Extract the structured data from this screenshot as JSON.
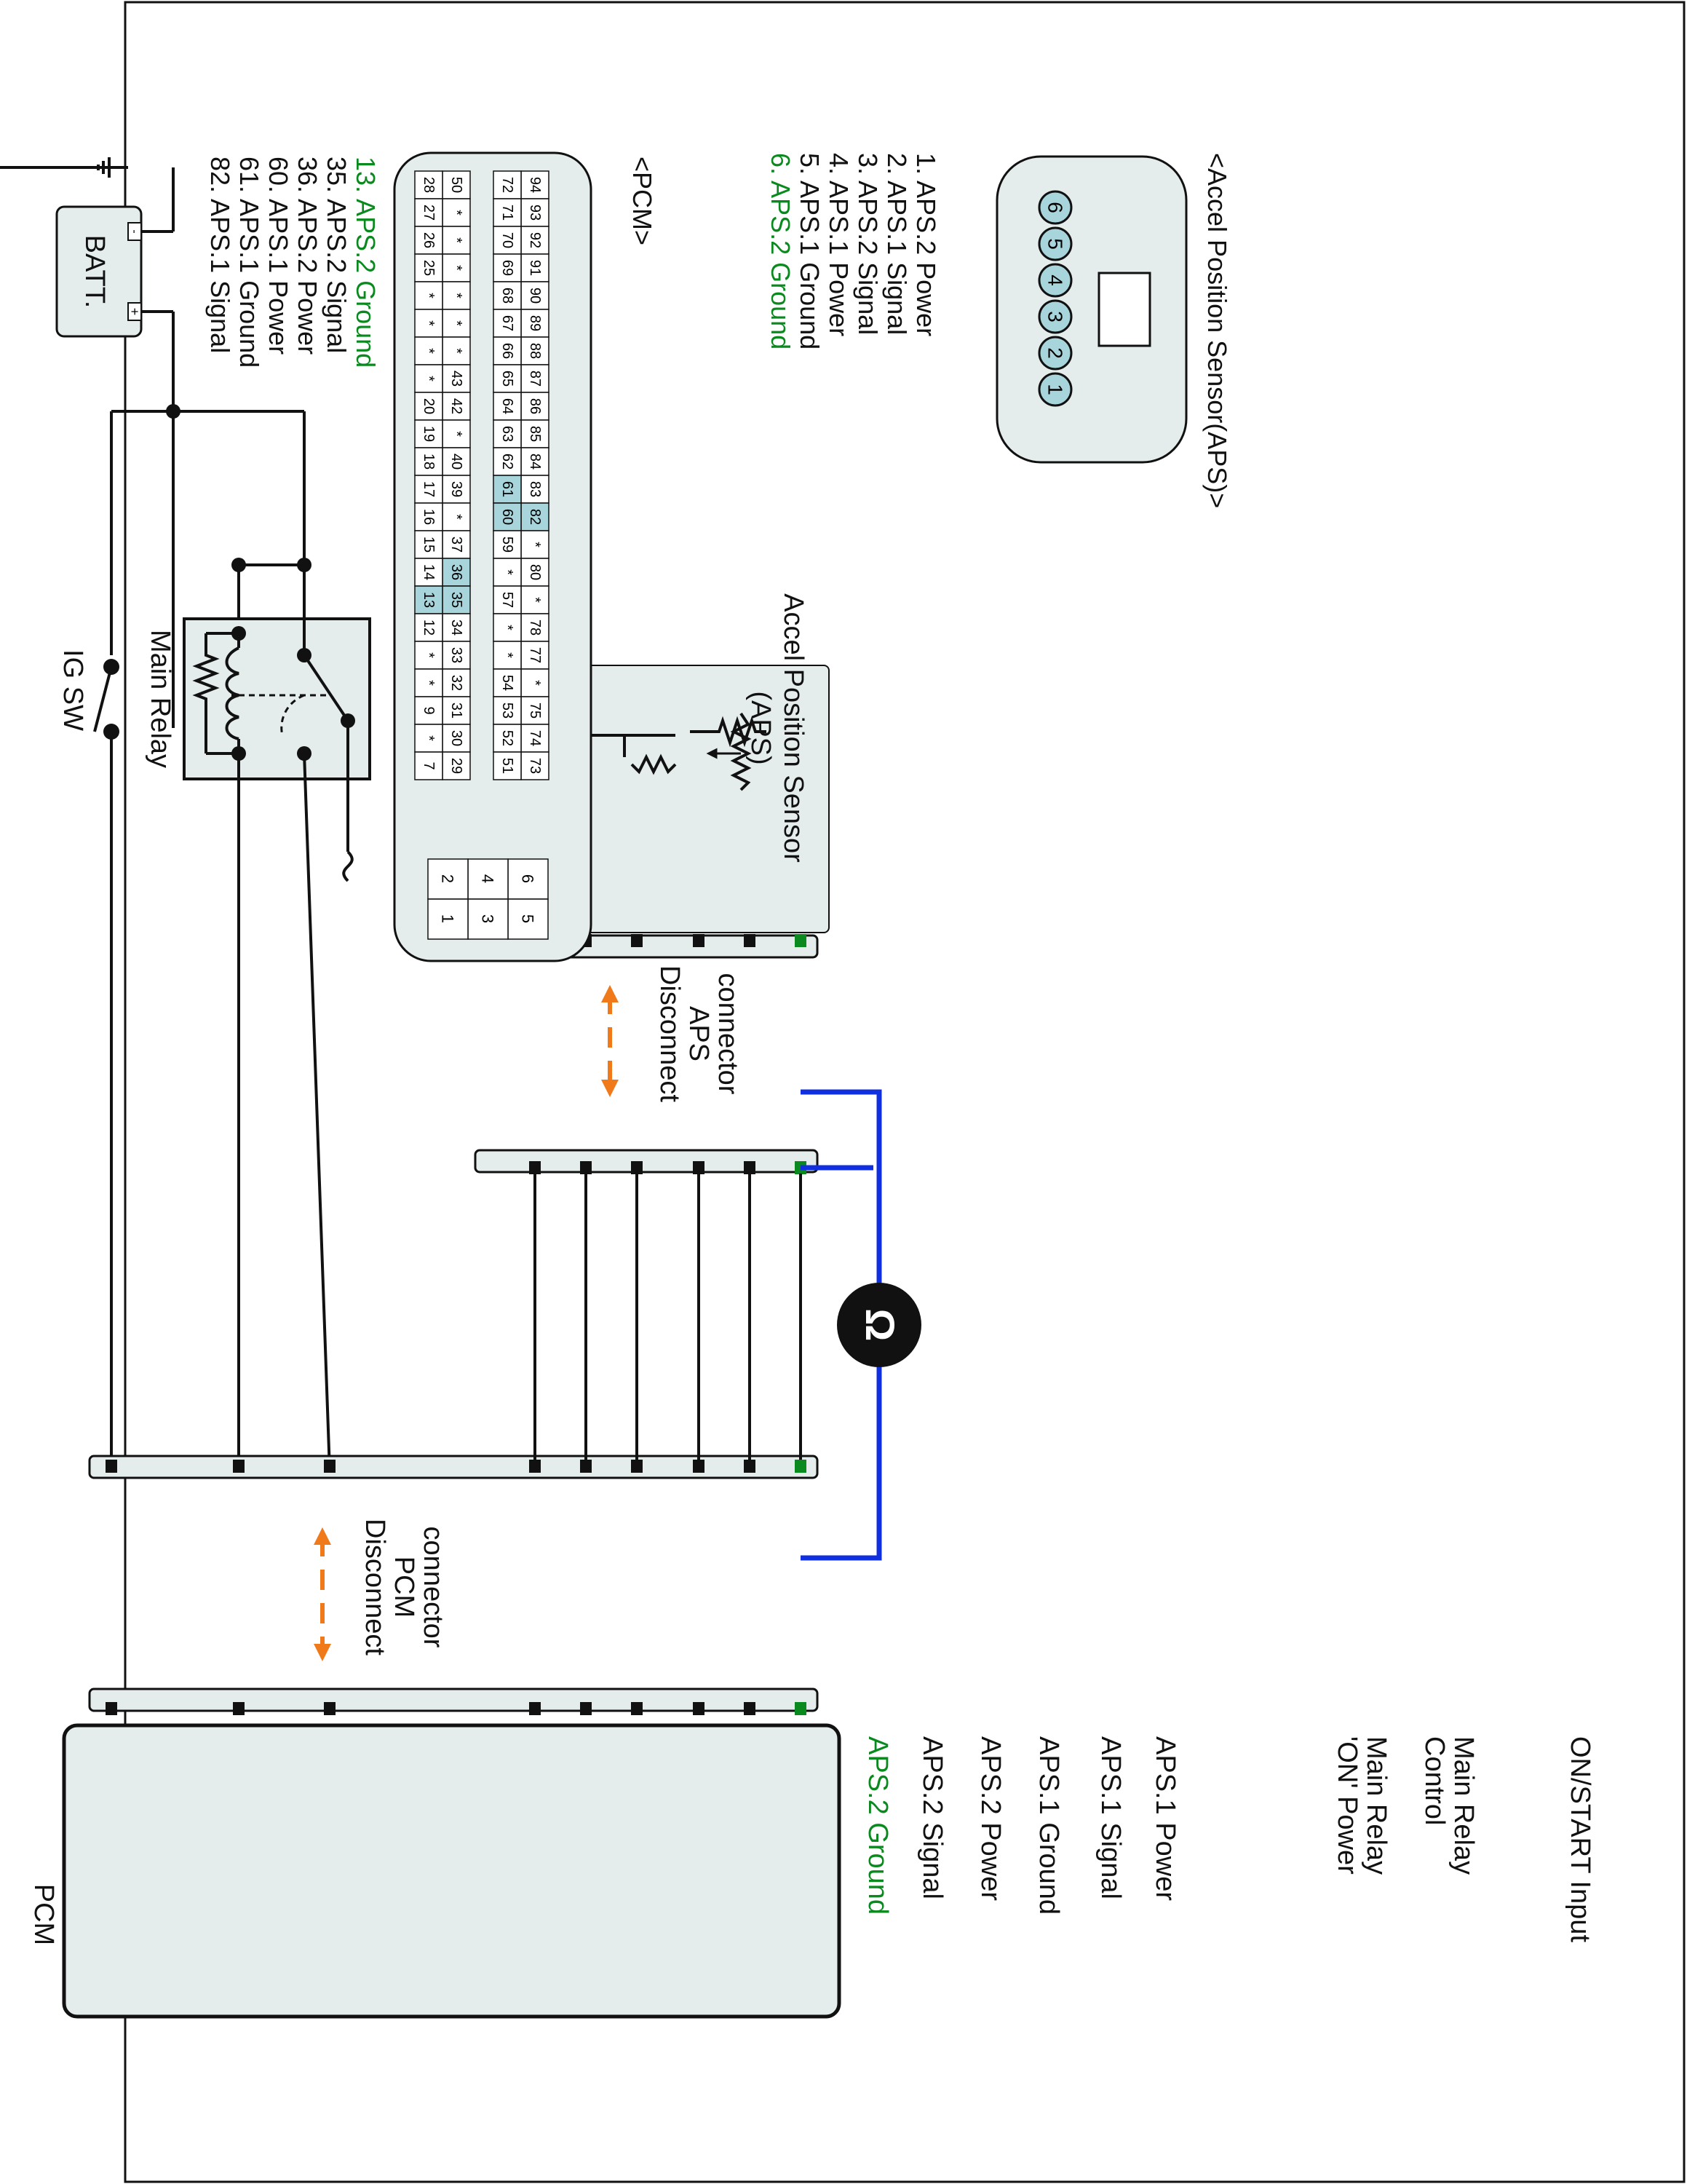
{
  "colors": {
    "green": "#0a8a1e",
    "orange": "#f07a1a",
    "blue": "#1030e0",
    "highlight": "#a8d4dc",
    "panel": "#e4ecec"
  },
  "circuit": {
    "battery_label": "BATT.",
    "battery_neg": "-",
    "battery_pos": "+",
    "ig_sw_label": "IG SW",
    "main_relay_label": "Main Relay",
    "aps_box_label_1": "Accel Position Sensor",
    "aps_box_label_2": "(APS)",
    "disconnect_aps_1": "Disconnect",
    "disconnect_aps_2": "APS",
    "disconnect_aps_3": "connector",
    "disconnect_pcm_1": "Disconnect",
    "disconnect_pcm_2": "PCM",
    "disconnect_pcm_3": "connector",
    "ohm_icon": "ohmmeter-icon"
  },
  "pcm": {
    "title": "PCM",
    "pins": [
      {
        "label_1": "ON/START Input",
        "label_2": ""
      },
      {
        "label_1": "Main Relay",
        "label_2": "Control"
      },
      {
        "label_1": "Main Relay",
        "label_2": "'ON' Power"
      },
      {
        "label_1": "APS.1 Power",
        "label_2": ""
      },
      {
        "label_1": "APS.1 Signal",
        "label_2": ""
      },
      {
        "label_1": "APS.1 Ground",
        "label_2": ""
      },
      {
        "label_1": "APS.2 Power",
        "label_2": ""
      },
      {
        "label_1": "APS.2 Signal",
        "label_2": ""
      },
      {
        "label_1": "APS.2 Ground",
        "label_2": ""
      }
    ]
  },
  "aps_connector": {
    "title": "<Accel Position Sensor(APS)>",
    "pin_numbers": [
      "6",
      "5",
      "4",
      "3",
      "2",
      "1"
    ],
    "pins": [
      "1. APS.2 Power",
      "2. APS.1 Signal",
      "3. APS.2 Signal",
      "4. APS.1 Power",
      "5. APS.1 Ground",
      "6. APS.2 Ground"
    ]
  },
  "pcm_connector": {
    "title": "<PCM>",
    "rows": [
      [
        "94",
        "93",
        "92",
        "91",
        "90",
        "89",
        "88",
        "87",
        "86",
        "85",
        "84",
        "83",
        "82",
        "*",
        "80",
        "*",
        "78",
        "77",
        "*",
        "75",
        "74",
        "73"
      ],
      [
        "72",
        "71",
        "70",
        "69",
        "68",
        "67",
        "66",
        "65",
        "64",
        "63",
        "62",
        "61",
        "60",
        "59",
        "*",
        "57",
        "*",
        "*",
        "54",
        "53",
        "52",
        "51"
      ],
      [
        "50",
        "*",
        "*",
        "*",
        "*",
        "*",
        "*",
        "43",
        "42",
        "*",
        "40",
        "39",
        "*",
        "37",
        "36",
        "35",
        "34",
        "33",
        "32",
        "31",
        "30",
        "29"
      ],
      [
        "28",
        "27",
        "26",
        "25",
        "*",
        "*",
        "*",
        "*",
        "20",
        "19",
        "18",
        "17",
        "16",
        "15",
        "14",
        "13",
        "12",
        "*",
        "*",
        "9",
        "*",
        "7"
      ]
    ],
    "highlighted": [
      "82",
      "61",
      "60",
      "36",
      "35",
      "13"
    ],
    "small_rows": [
      [
        "6",
        "5"
      ],
      [
        "4",
        "3"
      ],
      [
        "2",
        "1"
      ]
    ],
    "pins": [
      "13. APS.2 Ground",
      "35. APS.2 Signal",
      "36. APS.2 Power",
      "60. APS.1 Power",
      "61. APS.1 Ground",
      "82. APS.1 Signal"
    ]
  }
}
